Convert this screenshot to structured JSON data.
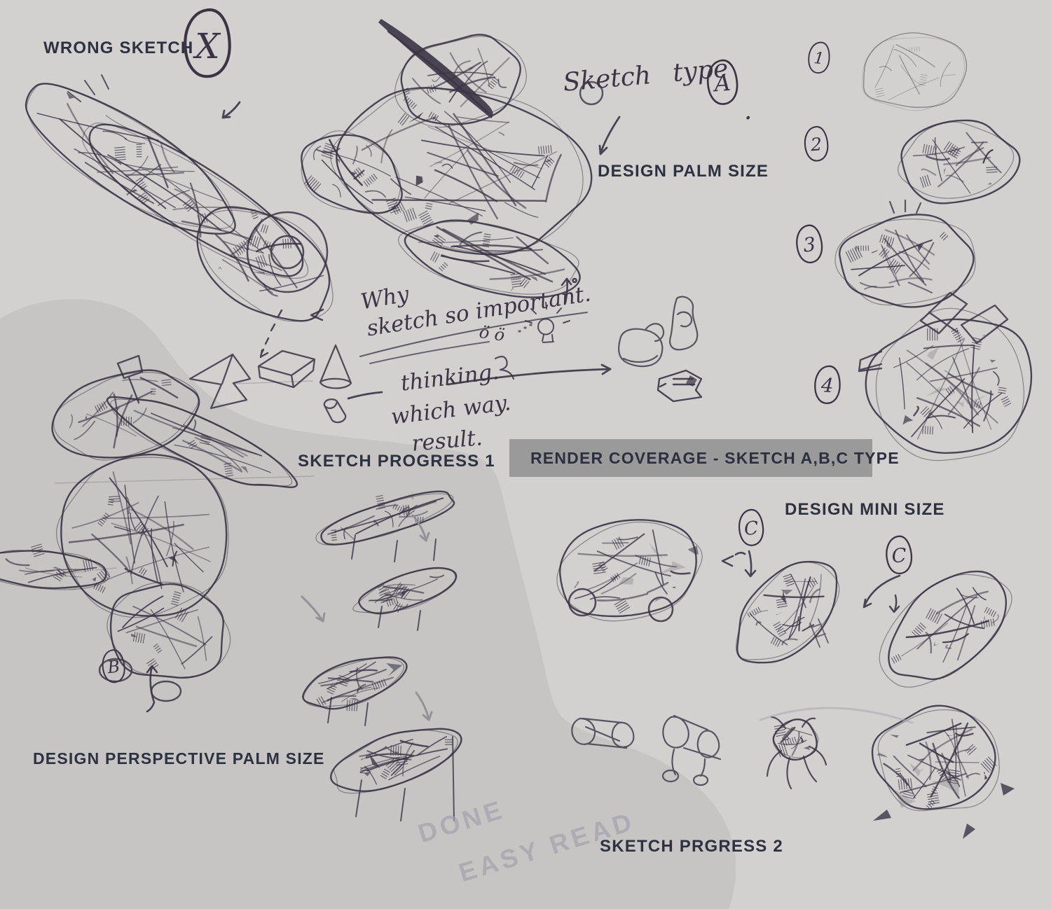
{
  "title": "Concept sketch process sheet",
  "colors": {
    "background": "#d3d1cf",
    "shading_blob": "#c7c5c3",
    "header_box": "#9b9a9b",
    "label_text": "#2e3140",
    "ink": "#3a3444",
    "faint_pencil": "#a2a2ac"
  },
  "labels": {
    "wrong_sketch": "WRONG SKETCH",
    "design_palm_size": "DESIGN PALM SIZE",
    "sketch_progress_1": "SKETCH PROGRESS 1",
    "render_coverage": "RENDER COVERAGE - SKETCH A,B,C TYPE",
    "design_mini_size": "DESIGN MINI SIZE",
    "design_perspective_palm_size": "DESIGN PERSPECTIVE PALM SIZE",
    "sketch_prgress_2": "SKETCH PRGRESS 2"
  },
  "handwriting": {
    "sketch_type": "Sketch type",
    "period": ".",
    "why_line1": "Why",
    "why_line2": "sketch so important.",
    "thinking": "thinking.",
    "which_way": "which way.",
    "result": "result.",
    "face": "ö ö",
    "done": "DONE",
    "easy_read": "EASY READ"
  },
  "markers": {
    "x": "X",
    "a": "A",
    "b": "B",
    "c1": "C",
    "c2": "C",
    "n1": "1",
    "n2": "2",
    "n3": "3",
    "n4": "4"
  }
}
